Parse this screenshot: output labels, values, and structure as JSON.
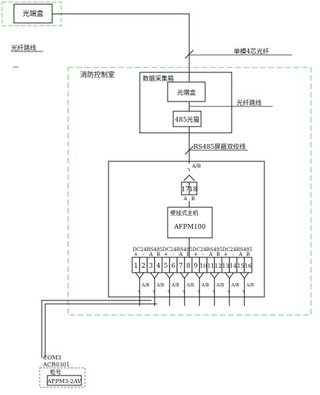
{
  "labels": {
    "top_box": "光端盒",
    "fiber_jumper_left": "光纤跳线",
    "fiber_jumper_left_dash": "—",
    "single_mode_fiber": "单模4芯光纤",
    "fire_room": "消防控制室",
    "data_box": "数据采集箱",
    "inner_box": "光端盒",
    "fiber_jumper_right": "光纤跳线",
    "cat485": "485光猫",
    "rs485_cable": "RS485屏蔽双绞线",
    "ab_top": "A/B",
    "host_title": "壁挂式主机",
    "host_model": "AFPM100",
    "com3": "COM3",
    "acr": "ACR0301",
    "cabinet": "柜号",
    "cabinet_model": "AFPM3-2AV"
  },
  "top_terminals": [
    {
      "num": "17",
      "sub": "A"
    },
    {
      "num": "18",
      "sub": "B"
    }
  ],
  "terminal_groups": [
    {
      "title": "DC24",
      "signs": [
        "+",
        "-"
      ]
    },
    {
      "title": "RS485",
      "signs": [
        "A",
        "B"
      ]
    },
    {
      "title": "DC24",
      "signs": [
        "+",
        "-"
      ]
    },
    {
      "title": "RS485",
      "signs": [
        "A",
        "B"
      ]
    },
    {
      "title": "DC24",
      "signs": [
        "+",
        "-"
      ]
    },
    {
      "title": "RS485",
      "signs": [
        "A",
        "B"
      ]
    },
    {
      "title": "DC24",
      "signs": [
        "+",
        "-"
      ]
    },
    {
      "title": "RS485",
      "signs": [
        "A",
        "B"
      ]
    }
  ],
  "terminals": [
    "1",
    "2",
    "3",
    "4",
    "5",
    "6",
    "7",
    "8",
    "9",
    "10",
    "11",
    "12",
    "13",
    "14",
    "15",
    "16"
  ],
  "taps": [
    {
      "label": "A/B"
    },
    {
      "label": "A/B"
    },
    {
      "label": "A/B"
    },
    {
      "label": "A/B"
    },
    {
      "label": "A/B"
    },
    {
      "label": "A/B"
    },
    {
      "label": "A/B"
    },
    {
      "label": "A/B"
    }
  ],
  "colors": {
    "dashed_green": "#5ccf5c",
    "dashed_blue": "#6a6ad0",
    "line": "#111111"
  }
}
